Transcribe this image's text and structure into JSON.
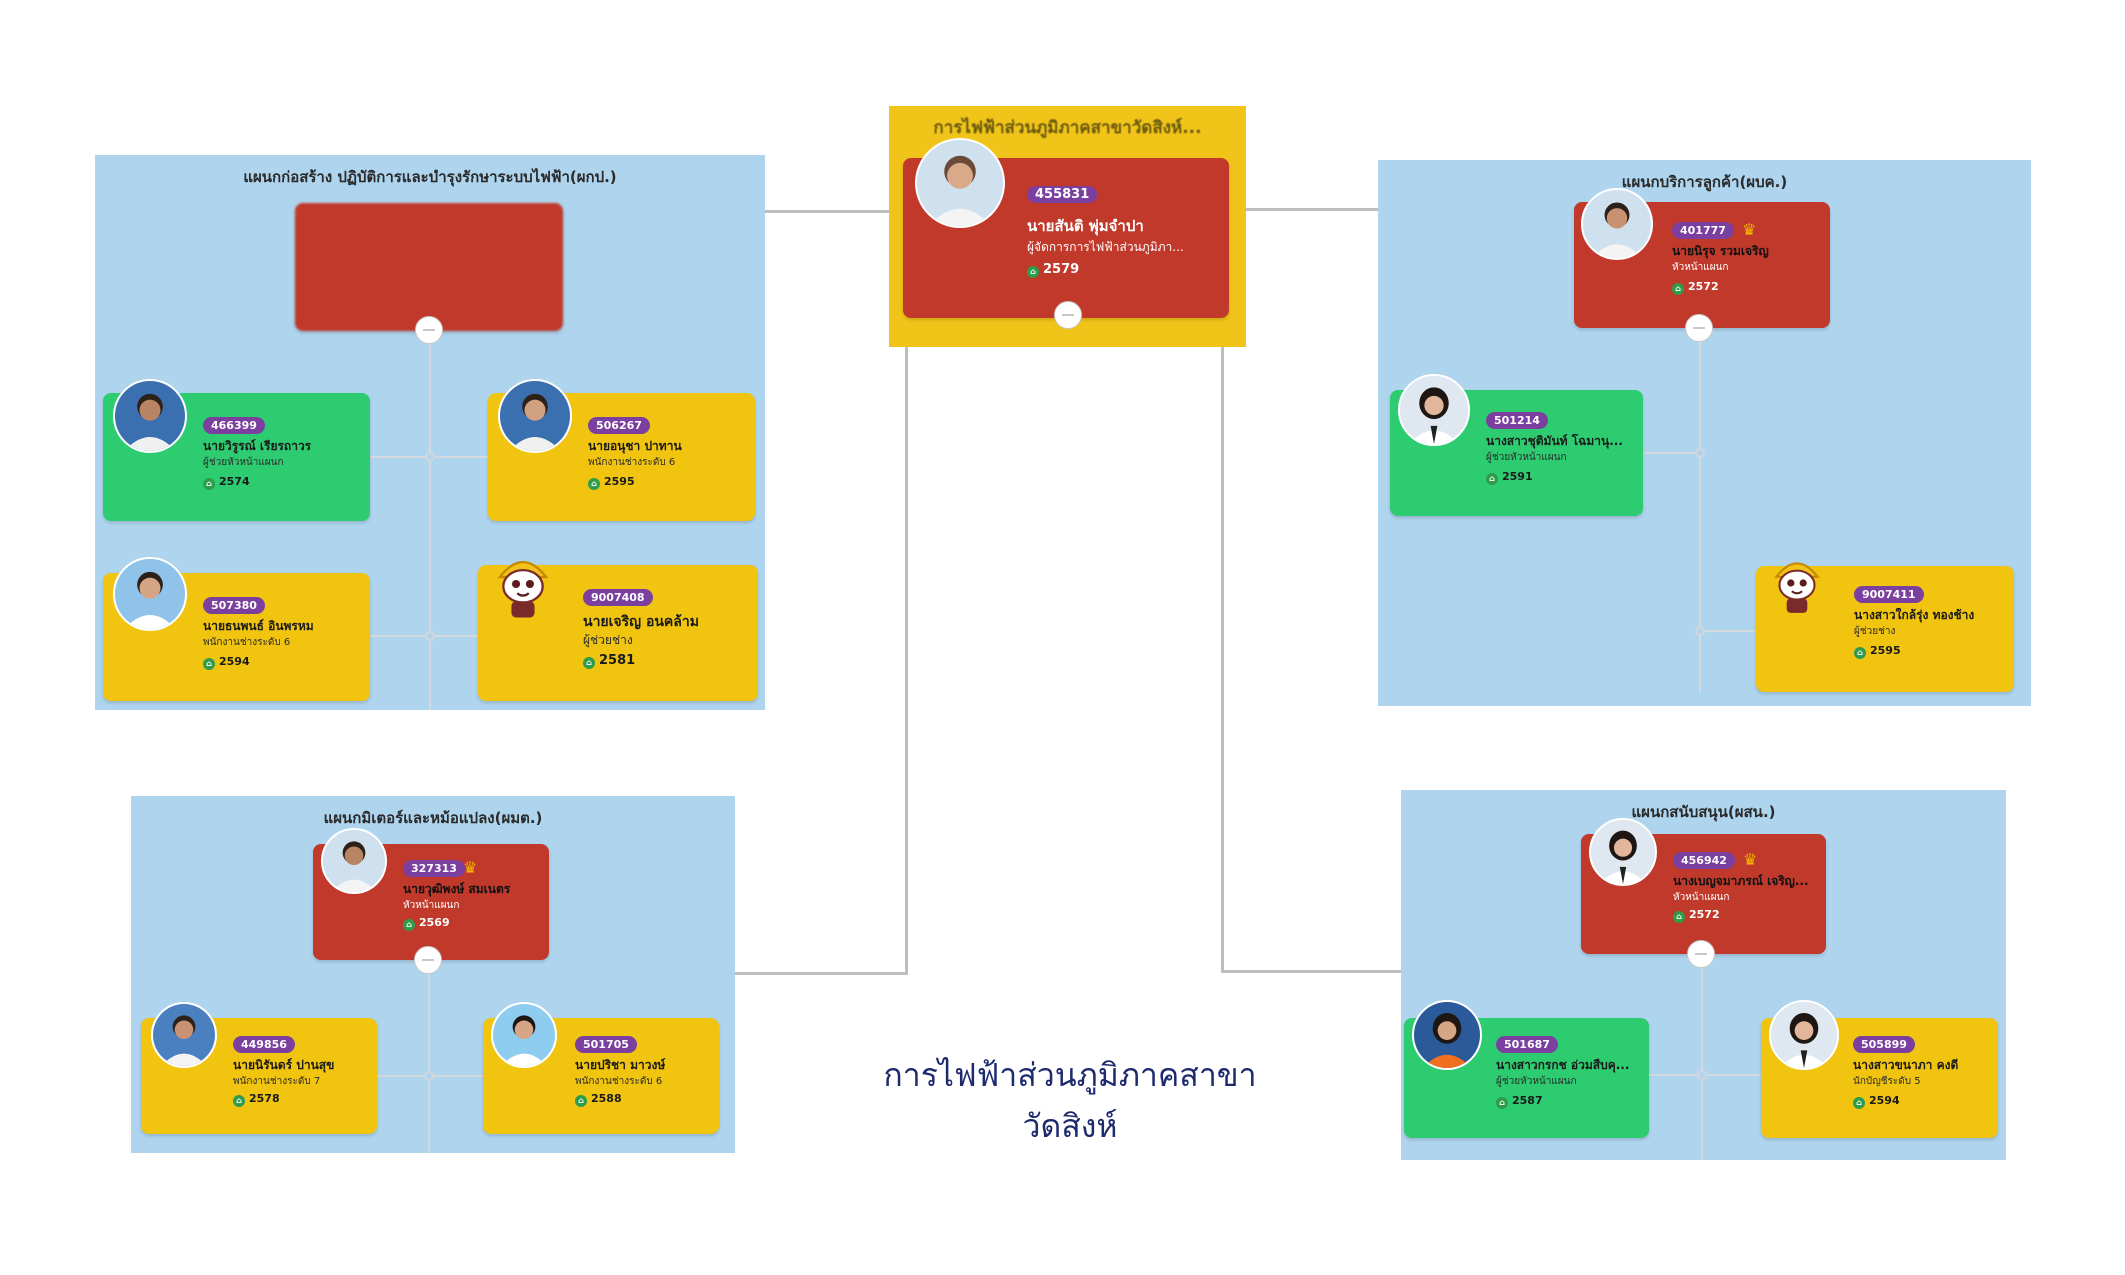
{
  "caption": "การไฟฟ้าส่วนภูมิภาคสาขาวัดสิงห์",
  "top": {
    "title": "การไฟฟ้าส่วนภูมิภาคสาขาวัดสิงห์...",
    "card": {
      "id": "455831",
      "name": "นายสันติ พุ่มจำปา",
      "position": "ผู้จัดการการไฟฟ้าส่วนภูมิภา...",
      "year": "2579"
    }
  },
  "panels": {
    "construction": {
      "title": "แผนกก่อสร้าง ปฏิบัติการและบำรุงรักษาระบบไฟฟ้า(ผกป.)",
      "cards": [
        {
          "id": "466399",
          "name": "นายวิรูรณ์ เรียรถาวร",
          "position": "ผู้ช่วยหัวหน้าแผนก",
          "year": "2574"
        },
        {
          "id": "506267",
          "name": "นายอนุชา ปาทาน",
          "position": "พนักงานช่างระดับ 6",
          "year": "2595"
        },
        {
          "id": "507380",
          "name": "นายธนพนธ์ อินพรหม",
          "position": "พนักงานช่างระดับ 6",
          "year": "2594"
        },
        {
          "id": "9007408",
          "name": "นายเจริญ อนคล้าม",
          "position": "ผู้ช่วยช่าง",
          "year": "2581"
        }
      ]
    },
    "customer": {
      "title": "แผนกบริการลูกค้า(ผบค.)",
      "cards": [
        {
          "id": "401777",
          "name": "นายนิรุจ รวมเจริญ",
          "position": "หัวหน้าแผนก",
          "year": "2572"
        },
        {
          "id": "501214",
          "name": "นางสาวชุติมันท์ โฉมานุ...",
          "position": "ผู้ช่วยหัวหน้าแผนก",
          "year": "2591"
        },
        {
          "id": "9007411",
          "name": "นางสาวใกล้รุ่ง ทองช้าง",
          "position": "ผู้ช่วยช่าง",
          "year": "2595"
        }
      ]
    },
    "meter": {
      "title": "แผนกมิเตอร์และหม้อแปลง(ผมต.)",
      "cards": [
        {
          "id": "327313",
          "name": "นายวุฒิพงษ์ สมเนตร",
          "position": "หัวหน้าแผนก",
          "year": "2569"
        },
        {
          "id": "449856",
          "name": "นายนิรันดร์ ปานสุข",
          "position": "พนักงานช่างระดับ 7",
          "year": "2578"
        },
        {
          "id": "501705",
          "name": "นายปริชา มาวงษ์",
          "position": "พนักงานช่างระดับ 6",
          "year": "2588"
        }
      ]
    },
    "support": {
      "title": "แผนกสนับสนุน(ผสน.)",
      "cards": [
        {
          "id": "456942",
          "name": "นางเบญจมาภรณ์ เจริญ...",
          "position": "หัวหน้าแผนก",
          "year": "2572"
        },
        {
          "id": "501687",
          "name": "นางสาวกรกช อ่วมสืบคุ...",
          "position": "ผู้ช่วยหัวหน้าแผนก",
          "year": "2587"
        },
        {
          "id": "505899",
          "name": "นางสาวขนาภา คงดี",
          "position": "นักบัญชีระดับ 5",
          "year": "2594"
        }
      ]
    }
  },
  "colors": {
    "red": "#c0392b",
    "green": "#2ecc71",
    "yellow": "#f1c40f",
    "panel": "#aed4ee",
    "badge": "#7b3fa0"
  },
  "icons": [
    "person-avatar",
    "mascot-avatar",
    "crown-icon",
    "home-icon",
    "collapse-toggle"
  ]
}
